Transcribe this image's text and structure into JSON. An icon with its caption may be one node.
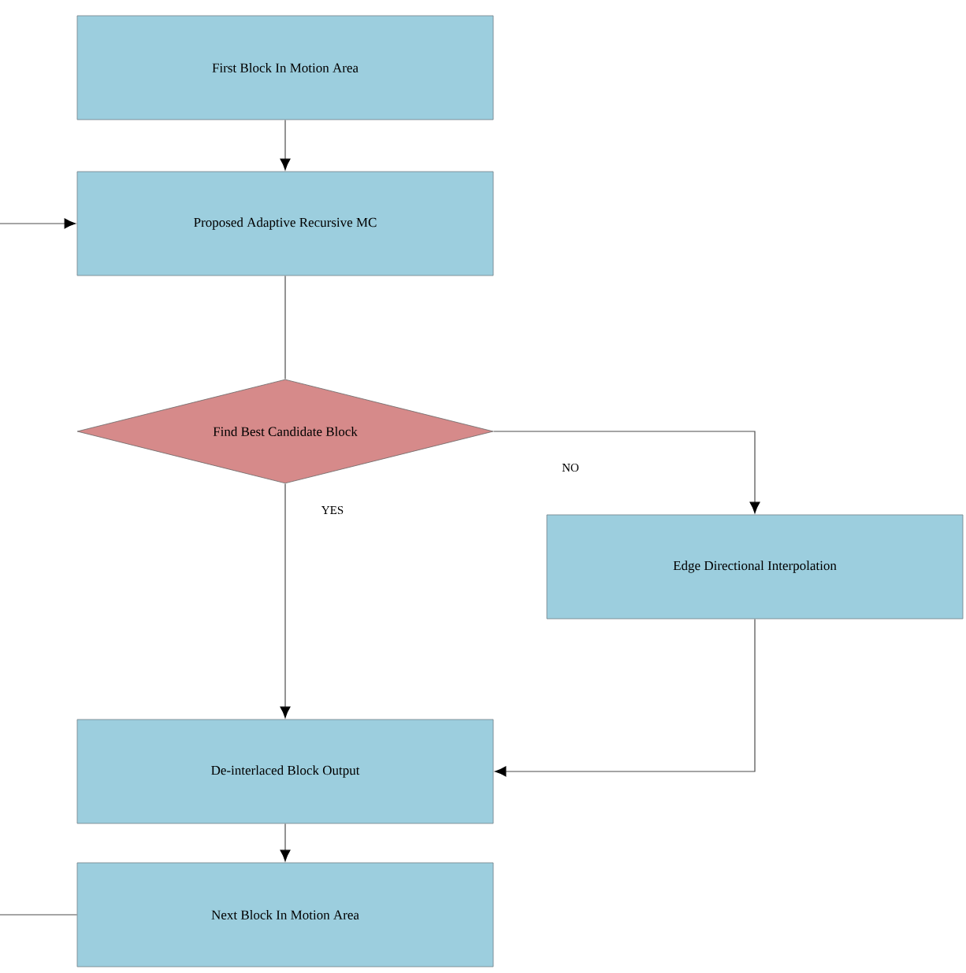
{
  "diagram": {
    "nodes": [
      {
        "text": [
          "First Block In Motion Area"
        ]
      },
      {
        "text": [
          "Proposed Adaptive Recursive MC"
        ]
      },
      {
        "text": [
          "Find Best Candidate Block"
        ]
      },
      {
        "text": [
          "Edge Directional Interpolation"
        ]
      },
      {
        "text": [
          "De-interlaced Block Output"
        ]
      },
      {
        "text": [
          "Next Block In Motion Area"
        ]
      }
    ],
    "edges": [
      {
        "from": 0,
        "to": 1,
        "arrow": "to"
      },
      {
        "from": null,
        "to": 1,
        "arrow": "to"
      },
      {
        "from": 1,
        "to": 2,
        "arrow": "none"
      },
      {
        "from": 2,
        "to": 3,
        "arrow": "to",
        "label": "NO"
      },
      {
        "from": 2,
        "to": 4,
        "arrow": "to",
        "label": "YES"
      },
      {
        "from": 3,
        "to": 4,
        "arrow": "to"
      },
      {
        "from": 4,
        "to": 5,
        "arrow": "to"
      },
      {
        "from": 5,
        "to": null,
        "arrow": "none"
      }
    ]
  }
}
